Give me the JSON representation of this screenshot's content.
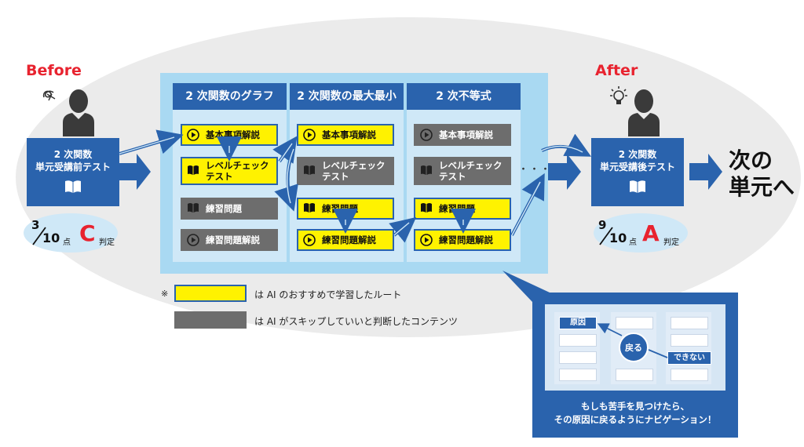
{
  "before": {
    "label": "Before",
    "test_line1": "2 次関数",
    "test_line2": "単元受講前テスト",
    "score_num": "3",
    "score_den": "10",
    "score_unit": "点",
    "grade": "C",
    "grade_suffix": "判定"
  },
  "after": {
    "label": "After",
    "test_line1": "2 次関数",
    "test_line2": "単元受講後テスト",
    "score_num": "9",
    "score_den": "10",
    "score_unit": "点",
    "grade": "A",
    "grade_suffix": "判定"
  },
  "next_unit_line1": "次の",
  "next_unit_line2": "単元へ",
  "ellipsis": "・・・",
  "columns": [
    {
      "title": "2 次関数のグラフ",
      "items": [
        {
          "label": "基本事項解説",
          "status": "recommended",
          "icon": "play-icon"
        },
        {
          "label_line1": "レベルチェック",
          "label_line2": "テスト",
          "status": "recommended",
          "icon": "book-icon"
        },
        {
          "label": "練習問題",
          "status": "skipped",
          "icon": "book-icon"
        },
        {
          "label": "練習問題解説",
          "status": "skipped",
          "icon": "play-icon"
        }
      ]
    },
    {
      "title": "2 次関数の最大最小",
      "items": [
        {
          "label": "基本事項解説",
          "status": "recommended",
          "icon": "play-icon"
        },
        {
          "label_line1": "レベルチェック",
          "label_line2": "テスト",
          "status": "skipped",
          "icon": "book-icon"
        },
        {
          "label": "練習問題",
          "status": "recommended",
          "icon": "book-icon"
        },
        {
          "label": "練習問題解説",
          "status": "recommended",
          "icon": "play-icon"
        }
      ]
    },
    {
      "title": "2 次不等式",
      "items": [
        {
          "label": "基本事項解説",
          "status": "skipped",
          "icon": "play-icon"
        },
        {
          "label_line1": "レベルチェック",
          "label_line2": "テスト",
          "status": "skipped",
          "icon": "book-icon"
        },
        {
          "label": "練習問題",
          "status": "recommended",
          "icon": "book-icon"
        },
        {
          "label": "練習問題解説",
          "status": "recommended",
          "icon": "play-icon"
        }
      ]
    }
  ],
  "legend": {
    "mark": "※",
    "recommended": "は AI のおすすめで学習したルート",
    "skipped": "は AI がスキップしていいと判断したコンテンツ"
  },
  "navigation": {
    "cause_label": "原因",
    "back_label": "戻る",
    "cannot_label": "できない",
    "caption_line1": "もしも苦手を見つけたら、",
    "caption_line2": "その原因に戻るようにナビゲーション！"
  },
  "colors": {
    "blue": "#2a63ad",
    "yellow": "#fff200",
    "gray": "#6d6d6d",
    "red": "#e8232f",
    "light_blue": "#a9d9f2"
  }
}
